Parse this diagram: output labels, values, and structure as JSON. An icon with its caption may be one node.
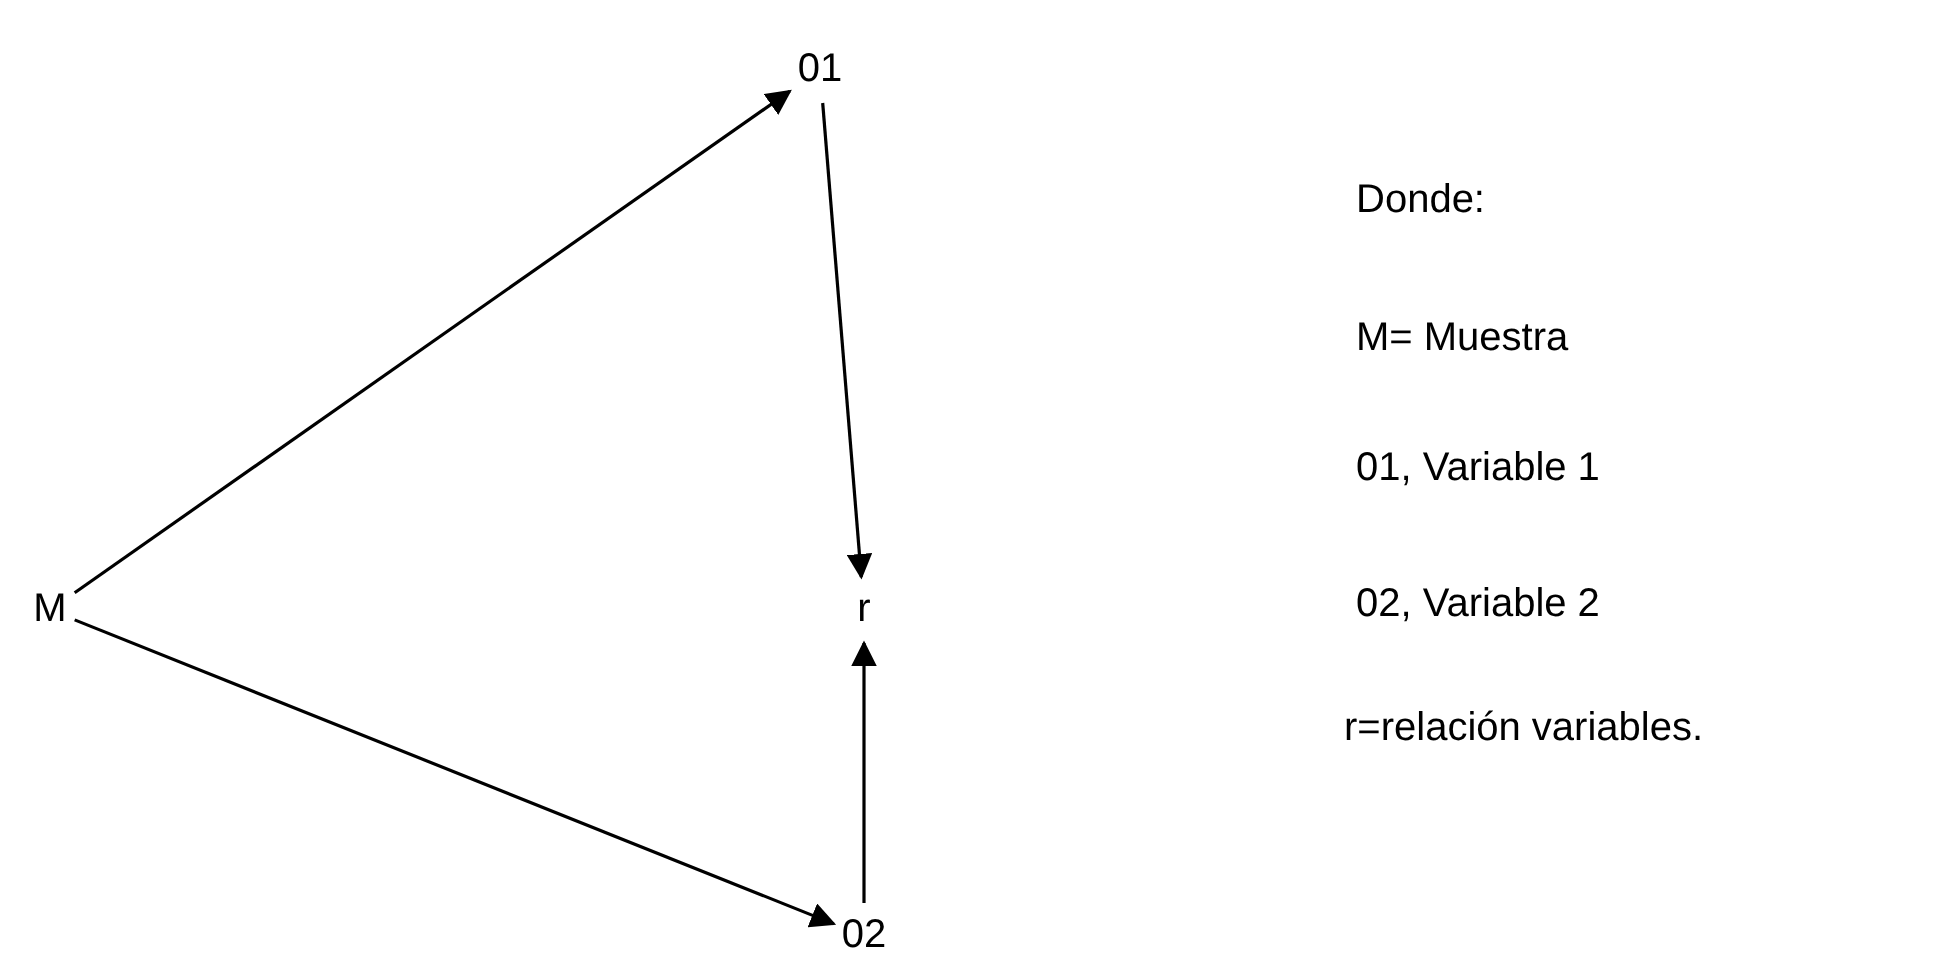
{
  "diagram": {
    "nodes": [
      {
        "text": [
          "01"
        ]
      },
      {
        "text": [
          "M"
        ]
      },
      {
        "text": [
          "r"
        ]
      },
      {
        "text": [
          "02"
        ]
      }
    ],
    "edges": [
      {
        "from": 1,
        "to": 0,
        "arrow": "to"
      },
      {
        "from": 0,
        "to": 2,
        "arrow": "to"
      },
      {
        "from": 1,
        "to": 3,
        "arrow": "to"
      },
      {
        "from": 3,
        "to": 2,
        "arrow": "to"
      }
    ],
    "labels": [
      "Donde:",
      "M= Muestra",
      "01, Variable 1",
      "02, Variable 2",
      "r=relación variables."
    ]
  }
}
